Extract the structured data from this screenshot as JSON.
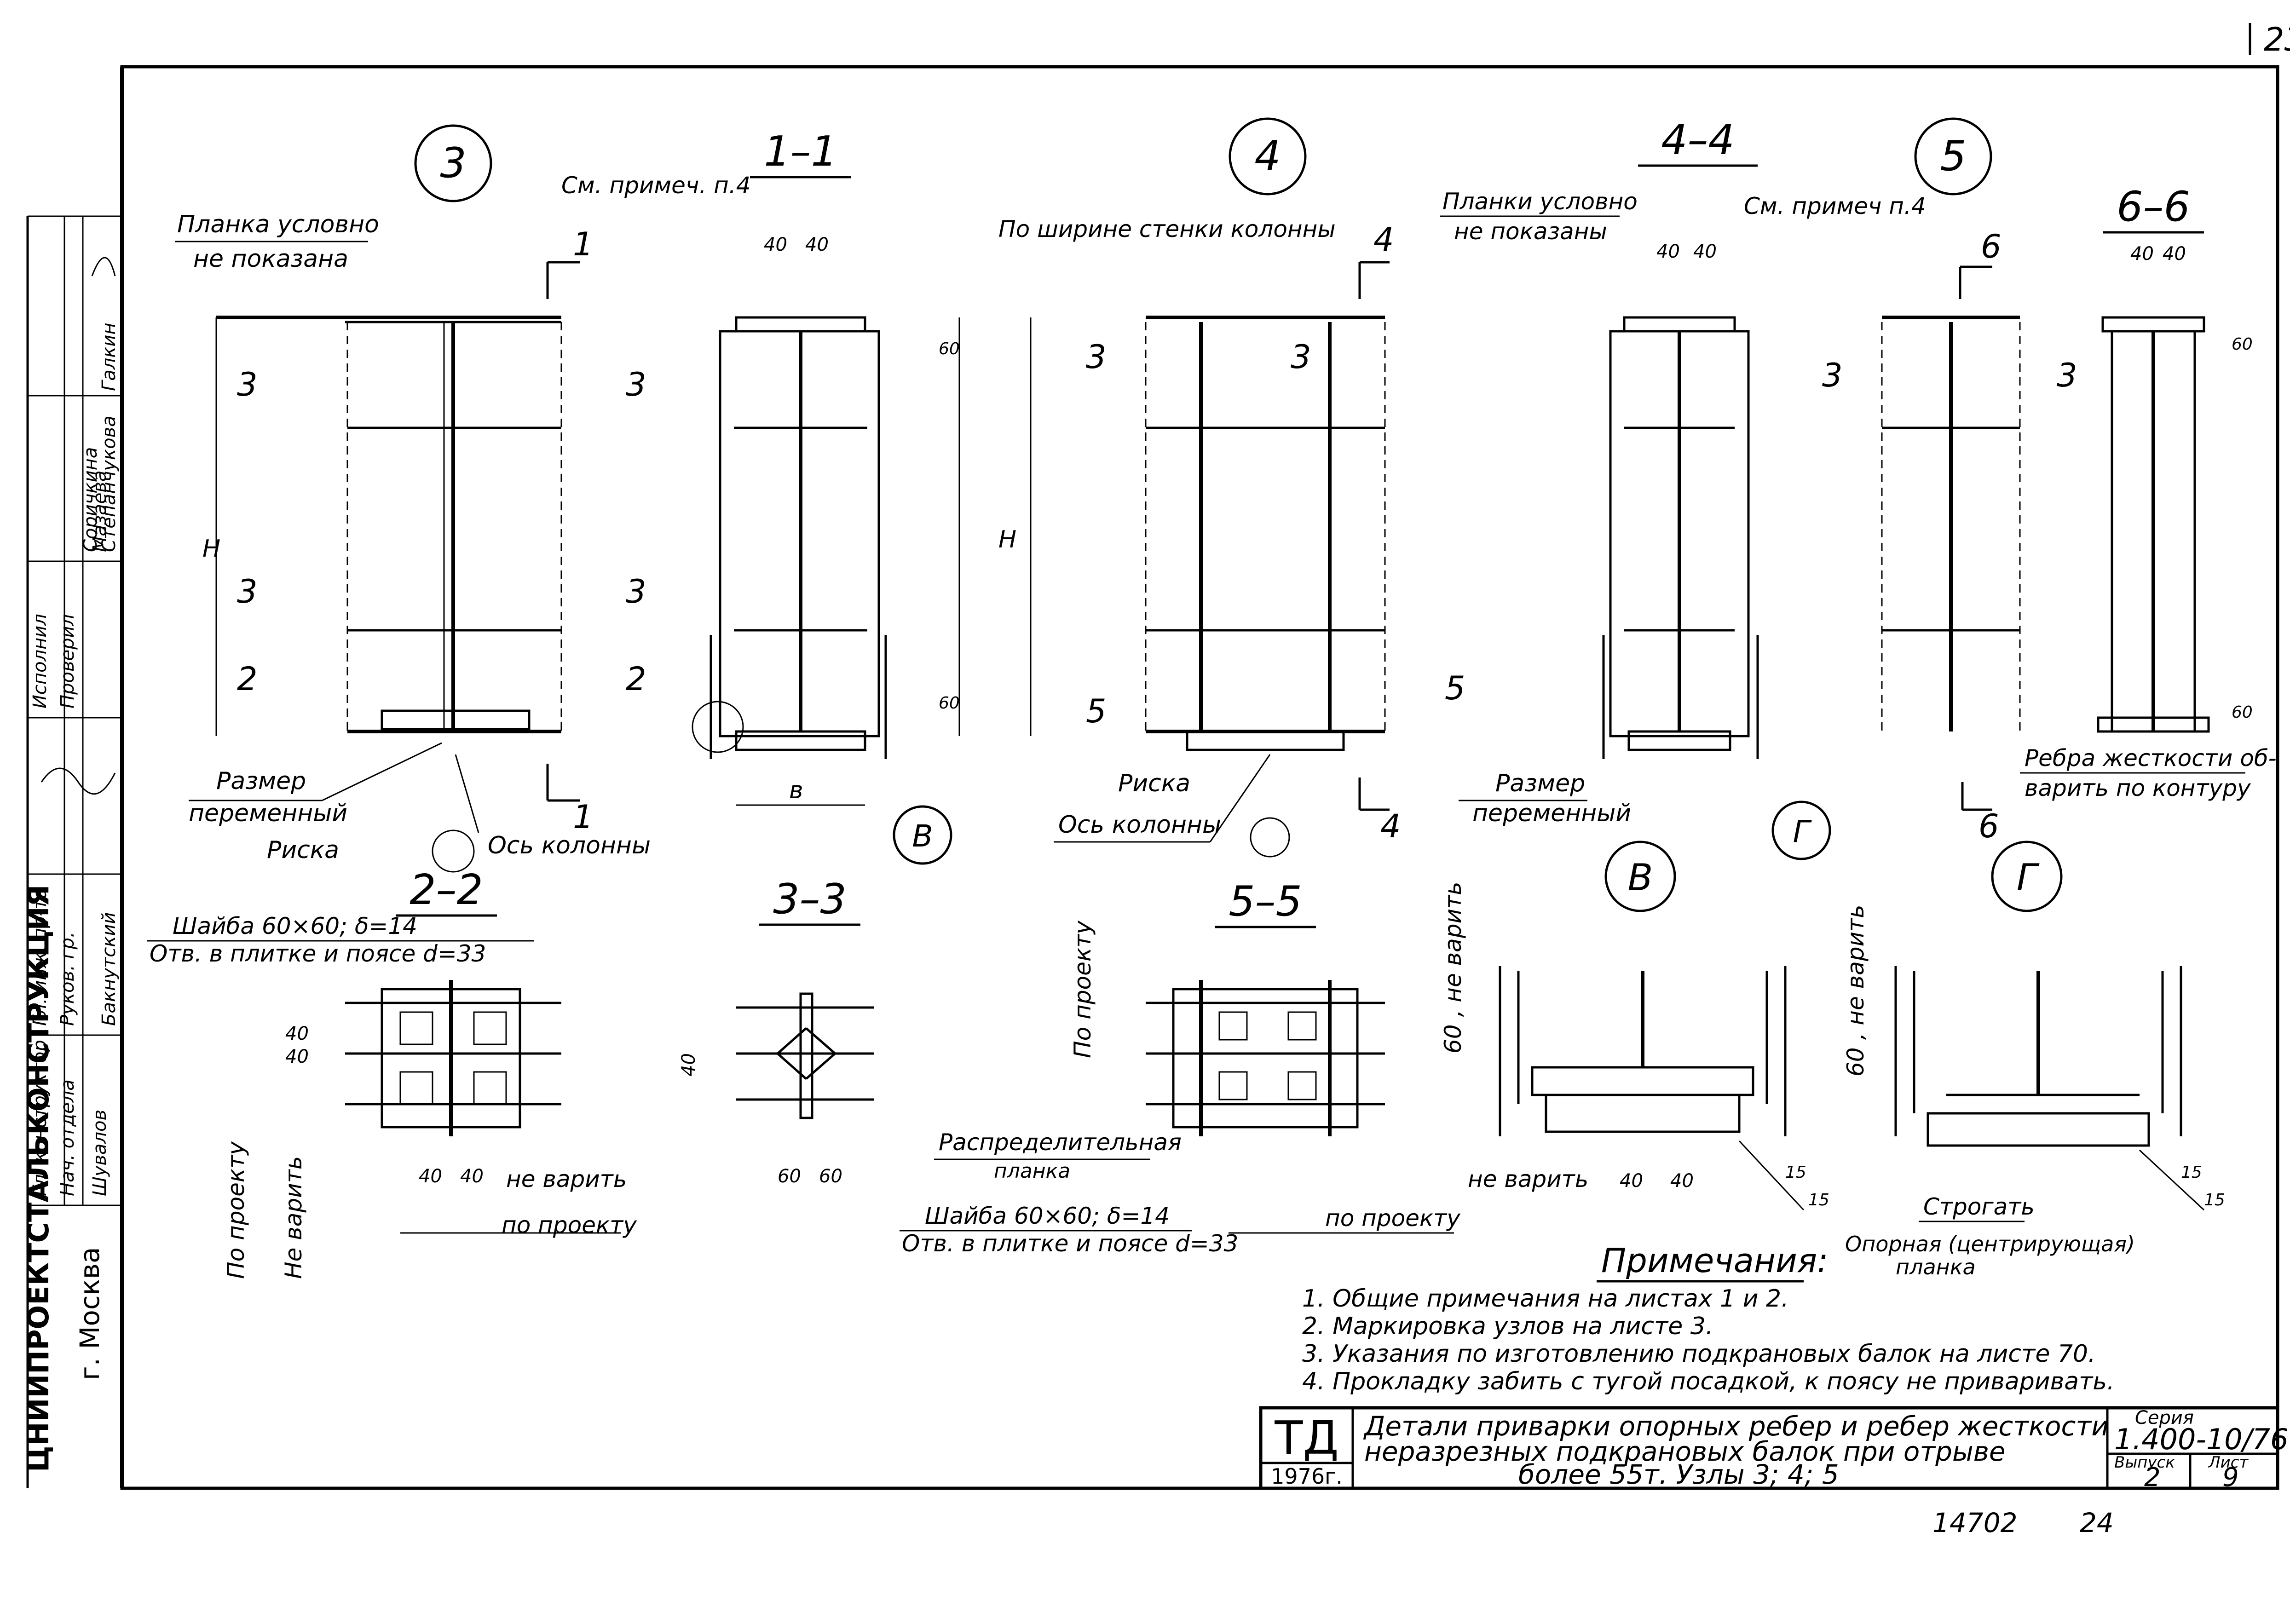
{
  "corner_number": "23",
  "sections": {
    "s1": "1–1",
    "s4": "4–4",
    "s6": "6–6",
    "s2": "2–2",
    "s3": "3–3",
    "s5": "5–5"
  },
  "nodes": {
    "n3": "3",
    "n4": "4",
    "n5": "5",
    "nB": "В",
    "nG": "Г"
  },
  "cut_labels": {
    "c1": "1",
    "c2": "2",
    "c3": "3",
    "c4": "4",
    "c5": "5",
    "c6": "6"
  },
  "labels": {
    "planka_note": [
      "Планка условно",
      "не показана"
    ],
    "planki_note": [
      "Планки условно",
      "не показаны"
    ],
    "see_note4": "См. примеч. п.4",
    "see_note4b": "См. примеч п.4",
    "width_wall": "По ширине стенки колонны",
    "razmer": [
      "Размер",
      "переменный"
    ],
    "riska": "Риска",
    "os_kolonny": "Ось колонны",
    "os_kolonny2": "Ось колонны",
    "riska2": "Риска",
    "razmer2": [
      "Размер",
      "переменный"
    ],
    "rebra": [
      "Ребра жесткости об-",
      "варить по контуру"
    ],
    "h": "Н",
    "b": "в",
    "d40": "40",
    "d60": "60",
    "d15": "15",
    "washer": "Шайба 60×60; δ=14",
    "hole": "Отв. в плитке и поясе d=33",
    "po_proektu": "По проекту",
    "ne_varit": "Не варить",
    "ne_varit_s": "не варить",
    "po_proektu_s": "по проекту",
    "raspred": [
      "Распределительная",
      "планка"
    ],
    "washer2": "Шайба 60×60; δ=14",
    "hole2": "Отв. в плитке и поясе d=33",
    "po_proektu2": "по проекту",
    "po_proektu3": "По проекту",
    "ne_varit60": "60 , не варить",
    "strogat": "Строгать",
    "opornaya": [
      "Опорная (центрирующая)",
      "планка"
    ]
  },
  "notes": {
    "heading": "Примечания:",
    "items": [
      "1. Общие примечания на листах 1 и 2.",
      "2. Маркировка узлов на листе 3.",
      "3. Указания по изготовлению подкрановых балок на листе 70.",
      "4. Прокладку забить с тугой посадкой, к поясу не приваривать."
    ]
  },
  "side_stamp": {
    "org": "ЦНИИПРОЕКТСТАЛЬКОНСТРУКЦИЯ",
    "city": "г. Москва",
    "roles": [
      "Гл. конструктор",
      "Нач. отдела",
      "Гл. инж. пр-та",
      "Руков. гр.",
      "Исполнил",
      "Проверил",
      "Мазаева",
      "Степанчукова",
      "Соричкина"
    ],
    "names": [
      "Шувалов",
      "Бакнутский",
      "Галкин"
    ]
  },
  "title_block": {
    "code": "ТД",
    "year": "1976г.",
    "title_lines": [
      "Детали приварки опорных ребер и ребер жесткости",
      "неразрезных подкрановых балок при отрыве",
      "более 55т. Узлы 3; 4; 5"
    ],
    "series_label": "Серия",
    "series_value": "1.400-10/76",
    "issue_label": "Выпуск",
    "issue_value": "2",
    "sheet_label": "Лист",
    "sheet_value": "9"
  },
  "bottom_numbers": {
    "inv": "14702",
    "num": "24"
  }
}
